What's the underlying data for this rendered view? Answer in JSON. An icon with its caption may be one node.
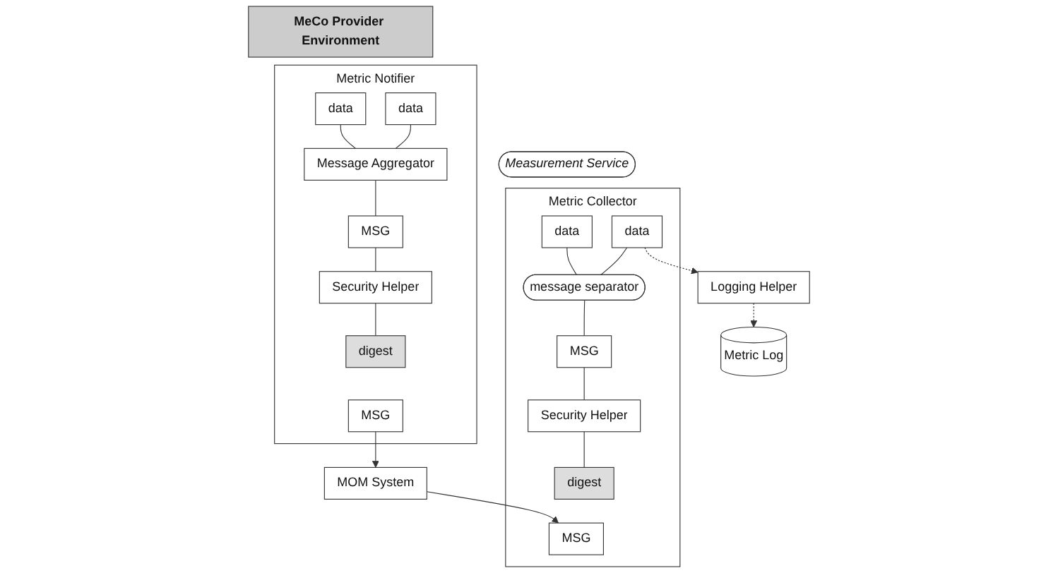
{
  "diagram": {
    "nodes": [
      {
        "text": [
          "MeCo Provider Environment"
        ]
      },
      {
        "text": [
          "Metric Notifier"
        ]
      },
      {
        "text": [
          "data"
        ],
        "in": 1
      },
      {
        "text": [
          "data"
        ],
        "in": 1
      },
      {
        "text": [
          "Message Aggregator"
        ],
        "in": 1
      },
      {
        "text": [
          "MSG"
        ],
        "in": 1
      },
      {
        "text": [
          "Security Helper"
        ],
        "in": 1
      },
      {
        "text": [
          "digest"
        ],
        "in": 1
      },
      {
        "text": [
          "MSG"
        ],
        "in": 1
      },
      {
        "text": [
          "Measurement Service"
        ]
      },
      {
        "text": [
          "Metric Collector"
        ]
      },
      {
        "text": [
          "data"
        ],
        "in": 10
      },
      {
        "text": [
          "data"
        ],
        "in": 10
      },
      {
        "text": [
          "message separator"
        ],
        "in": 10
      },
      {
        "text": [
          "MSG"
        ],
        "in": 10
      },
      {
        "text": [
          "Security Helper"
        ],
        "in": 10
      },
      {
        "text": [
          "digest"
        ],
        "in": 10
      },
      {
        "text": [
          "MSG"
        ],
        "in": 10
      },
      {
        "text": [
          "Logging Helper"
        ]
      },
      {
        "text": [
          "Metric Log"
        ]
      },
      {
        "text": [
          "MOM System"
        ]
      }
    ],
    "edges": [
      {
        "from": 2,
        "to": 4,
        "arrow": "none"
      },
      {
        "from": 3,
        "to": 4,
        "arrow": "none"
      },
      {
        "from": 4,
        "to": 5,
        "arrow": "none"
      },
      {
        "from": 5,
        "to": 6,
        "arrow": "none"
      },
      {
        "from": 6,
        "to": 7,
        "arrow": "none"
      },
      {
        "from": 8,
        "to": 20,
        "arrow": "to"
      },
      {
        "from": 20,
        "to": 17,
        "arrow": "to"
      },
      {
        "from": 11,
        "to": 13,
        "arrow": "none"
      },
      {
        "from": 12,
        "to": 13,
        "arrow": "none"
      },
      {
        "from": 13,
        "to": 14,
        "arrow": "none"
      },
      {
        "from": 14,
        "to": 15,
        "arrow": "none"
      },
      {
        "from": 15,
        "to": 16,
        "arrow": "none"
      },
      {
        "from": 12,
        "to": 18,
        "arrow": "to",
        "style": "dashed"
      },
      {
        "from": 18,
        "to": 19,
        "arrow": "to",
        "style": "dashed"
      }
    ]
  }
}
